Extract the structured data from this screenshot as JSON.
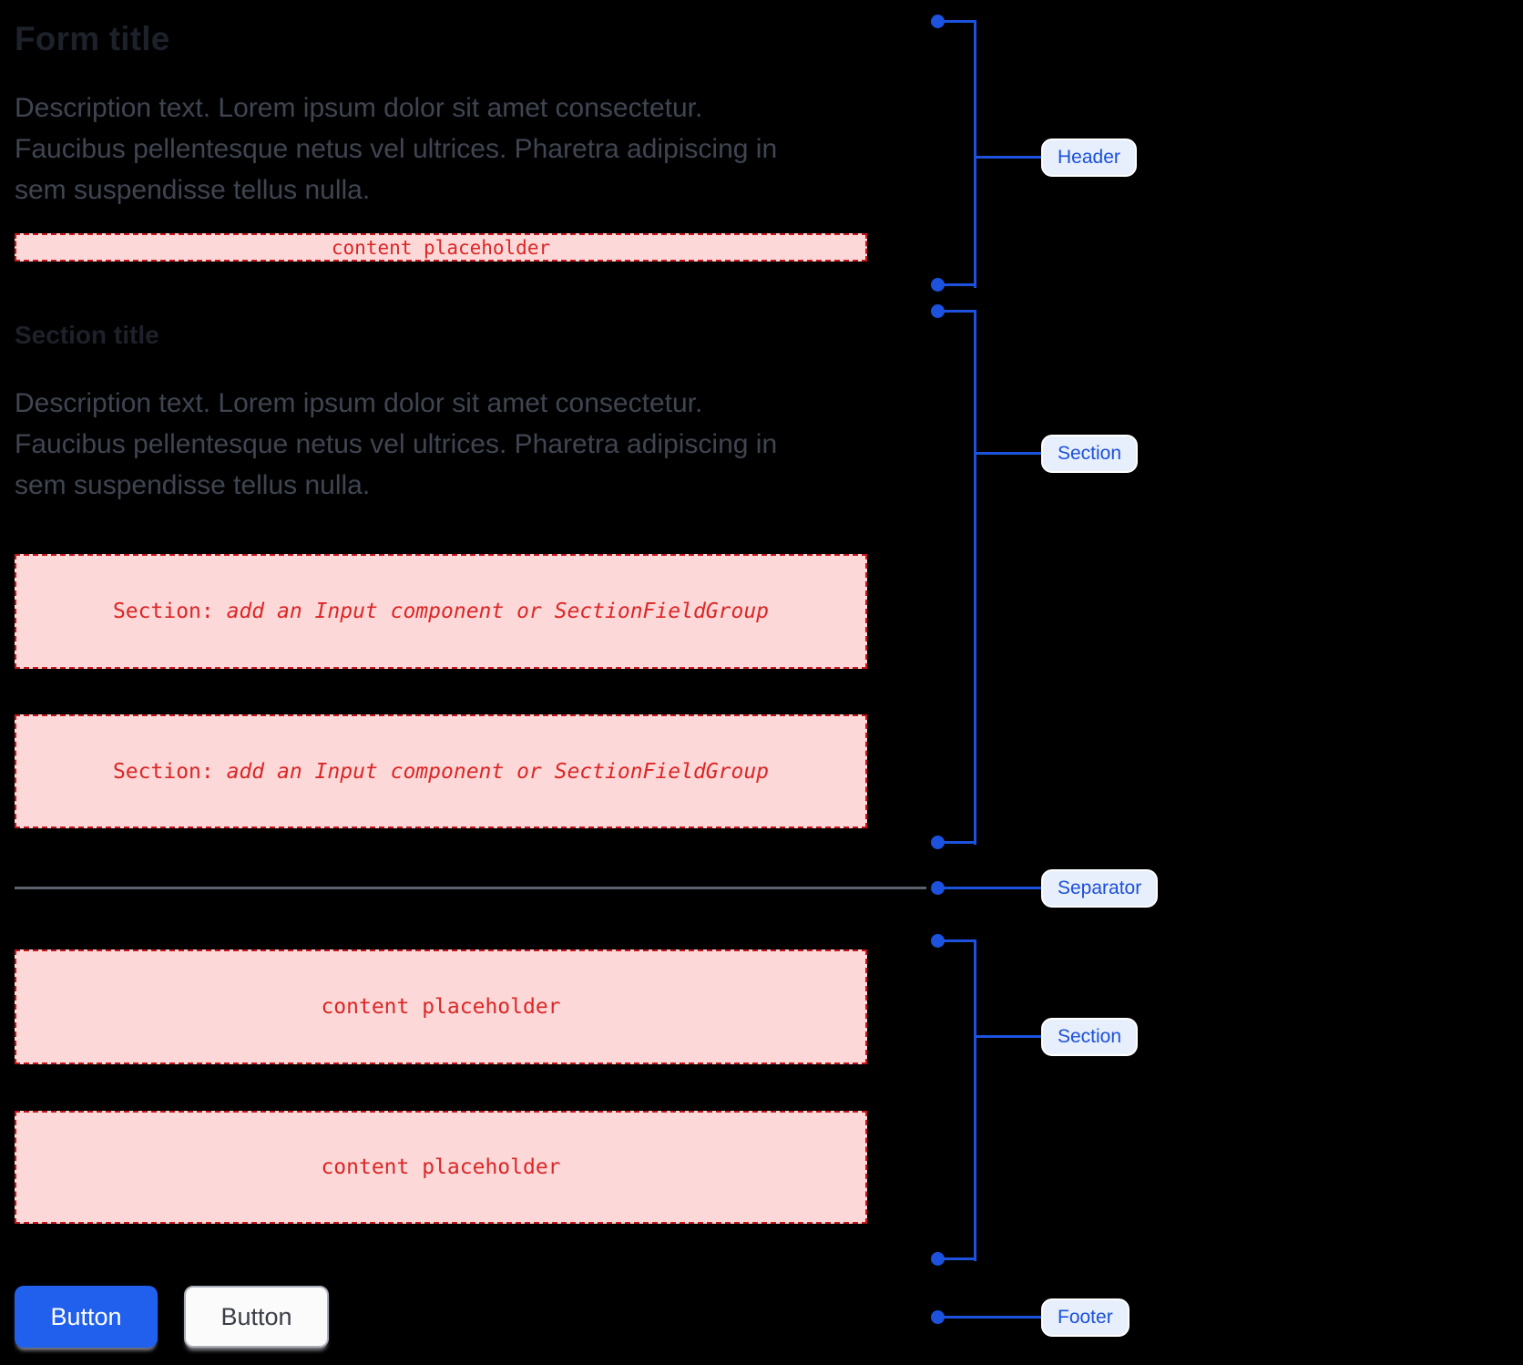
{
  "form": {
    "header": {
      "title": "Form title",
      "description_lines": [
        "Description text. Lorem ipsum dolor sit amet consectetur.",
        "Faucibus pellentesque netus vel ultrices. Pharetra adipiscing in",
        "sem suspendisse tellus nulla."
      ],
      "content_placeholder": "content placeholder"
    },
    "section_one": {
      "title": "Section title",
      "description_lines": [
        "Description text. Lorem ipsum dolor sit amet consectetur.",
        "Faucibus pellentesque netus vel ultrices. Pharetra adipiscing in",
        "sem suspendisse tellus nulla."
      ],
      "field_groups": [
        {
          "prefix": "Section:",
          "label": "add an Input component or SectionFieldGroup"
        },
        {
          "prefix": "Section:",
          "label": "add an Input component or SectionFieldGroup"
        }
      ]
    },
    "section_two": {
      "content_placeholders": [
        {
          "label": "content placeholder"
        },
        {
          "label": "content placeholder"
        }
      ]
    },
    "footer": {
      "buttons": [
        {
          "label": "Button",
          "variant": "primary"
        },
        {
          "label": "Button",
          "variant": "secondary"
        }
      ]
    }
  },
  "annotations": {
    "labels": [
      {
        "text": "Header"
      },
      {
        "text": "Section"
      },
      {
        "text": "Separator"
      },
      {
        "text": "Section"
      },
      {
        "text": "Footer"
      }
    ]
  },
  "colors": {
    "background": "#000000",
    "title_text": "#1d212a",
    "description_text": "#3f4551",
    "placeholder_bg": "#fcd8d8",
    "placeholder_border": "#c8161c",
    "placeholder_text": "#dc2626",
    "separator": "#5c626e",
    "annotation_blue": "#1d52de",
    "annotation_pill_bg": "#e7eefc",
    "annotation_pill_text": "#1b50d9",
    "primary_button_bg": "#2160ec",
    "primary_button_text": "#ffffff",
    "secondary_button_bg": "#fbfbfb",
    "secondary_button_border": "#a9aeb9",
    "secondary_button_text": "#3a3e47"
  }
}
